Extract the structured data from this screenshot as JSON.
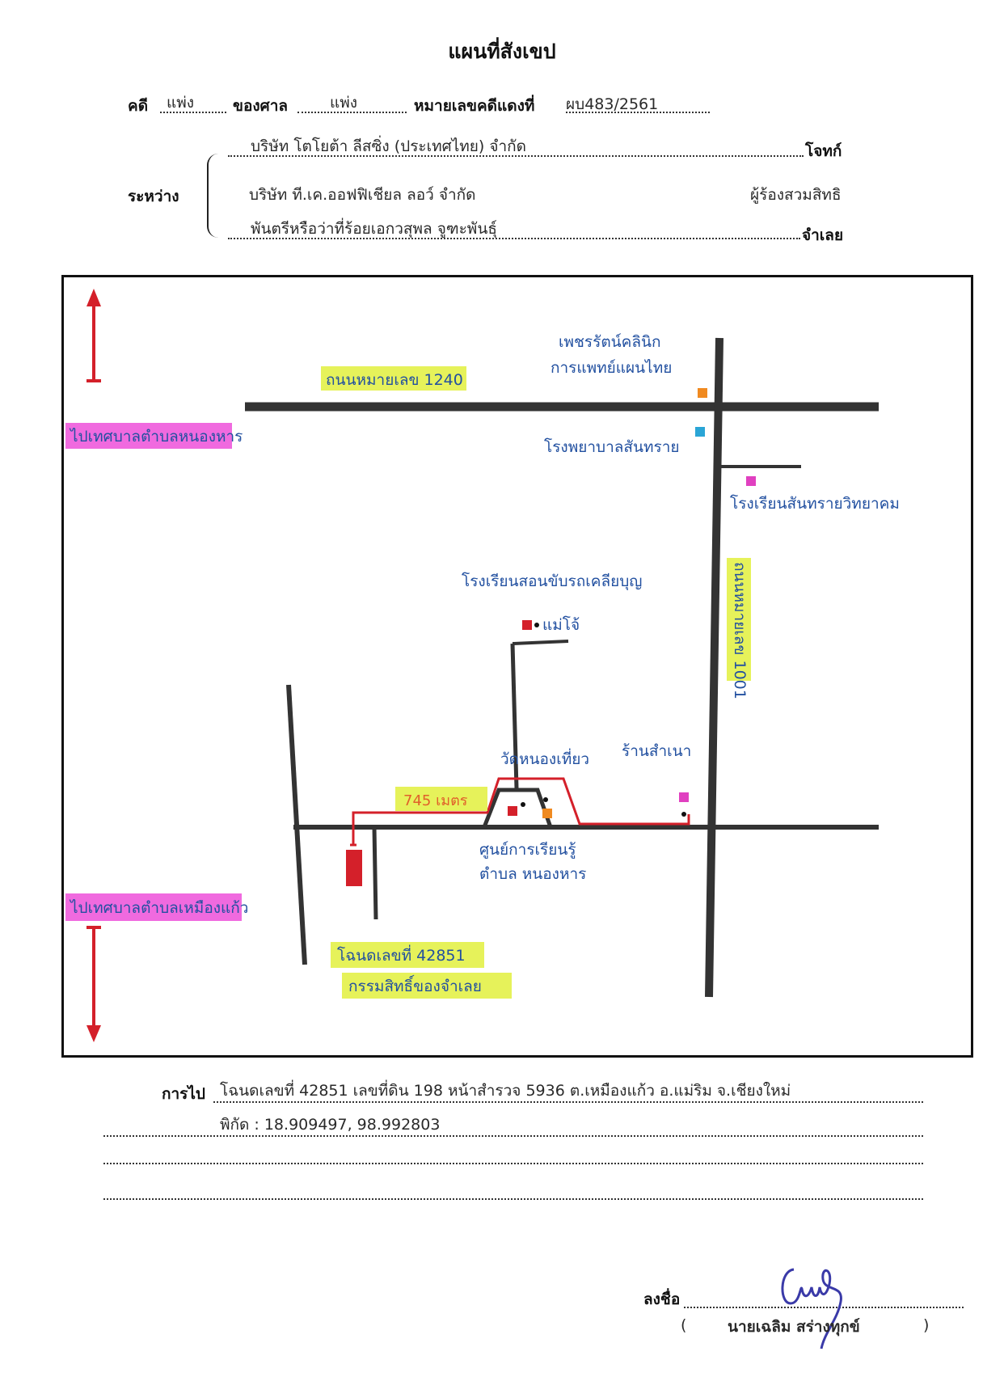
{
  "header": {
    "title": "แผนที่สังเขป",
    "case_label": "คดี",
    "case_type": "แพ่ง",
    "court_label": "ของศาล",
    "court_value": "แพ่ง",
    "red_case_label": "หมายเลขคดีแดงที่",
    "red_case_value": "ผบ483/2561"
  },
  "parties": {
    "between_label": "ระหว่าง",
    "plaintiff_name": "บริษัท โตโยต้า ลีสซิ่ง (ประเทศไทย) จำกัด",
    "plaintiff_role": "โจทก์",
    "subrogee_name": "บริษัท ที.เค.ออฟฟิเชียล ลอว์ จำกัด",
    "subrogee_role": "ผู้ร้องสวมสิทธิ",
    "defendant_name": "พันตรีหรือว่าที่ร้อยเอกวสุพล จูฑะพันธุ์",
    "defendant_role": "จำเลย"
  },
  "map": {
    "road_1240": "ถนนหมายเลข 1240",
    "road_1001": "ถนนหมายเลข 1001",
    "clinic": "เพชรรัตน์คลินิก",
    "clinic_line2": "การแพทย์แผนไทย",
    "hospital": "โรงพยาบาลสันทราย",
    "school_a": "โรงเรียนสันทรายวิทยาคม",
    "school_b": "โรงเรียนสอนขับรถเคลียบุญ",
    "school_b_line2": "แม่โจ้",
    "temple": "วัดหนองเที่ยว",
    "shop": "ร้านสำเนา",
    "learning_center": "ศูนย์การเรียนรู้",
    "learning_center_line2": "ตำบล หนองหาร",
    "distance": "745 เมตร",
    "to_nong_han": "ไปเทศบาลตำบลหนองหาร",
    "to_muang_kaew": "ไปเทศบาลตำบลเหมืองแก้ว",
    "plot_label": "โฉนดเลขที่ 42851",
    "owner_label": "กรรมสิทธิ์ของจำเลย",
    "colors": {
      "road": "#333333",
      "route": "#d4202a",
      "highlight_green": "#e6f25a",
      "highlight_pink": "#f06adf",
      "ink_blue": "#2250a0"
    }
  },
  "directions": {
    "label": "การไป",
    "line1": "โฉนดเลขที่ 42851 เลขที่ดิน 198 หน้าสำรวจ 5936 ต.เหมืองแก้ว  อ.แม่ริม  จ.เชียงใหม่",
    "line2": "พิกัด : 18.909497, 98.992803"
  },
  "signature": {
    "sign_label": "ลงชื่อ",
    "open_paren": "(",
    "name": "นายเฉลิม  สร่างทุกข์",
    "close_paren": ")"
  }
}
